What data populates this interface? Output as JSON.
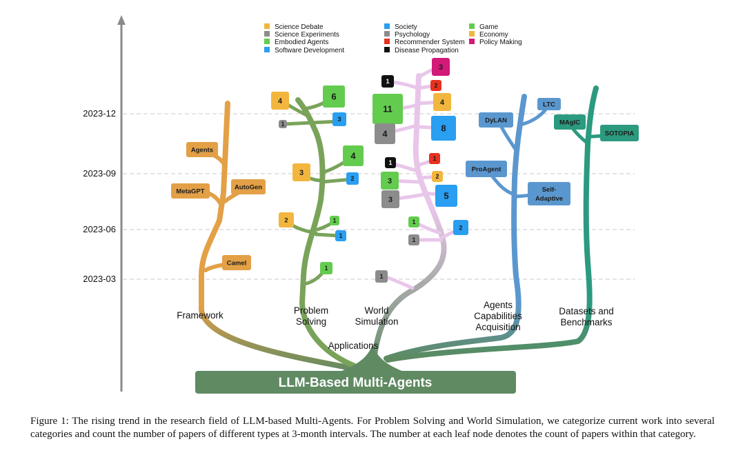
{
  "colors": {
    "framework": "#e3a046",
    "problem_solving": "#7aa35a",
    "world_simulation": "#e8c6e9",
    "capabilities": "#5b97cf",
    "datasets": "#2b9a7f",
    "trunk": "#5f8a62",
    "science_debate": "#f2b63f",
    "science_experiments": "#8c8c8c",
    "embodied_agents": "#63cc4f",
    "software_development": "#2a9ef0",
    "society": "#2a9ef0",
    "psychology": "#8c8c8c",
    "recommender_system": "#e8311f",
    "disease_propagation": "#111111",
    "game": "#63cc4f",
    "economy": "#f2b63f",
    "policy_making": "#d21a78"
  },
  "axis": {
    "ticks": [
      "2023-12",
      "2023-09",
      "2023-06",
      "2023-03"
    ]
  },
  "legend": [
    {
      "label": "Science Debate",
      "color_key": "science_debate"
    },
    {
      "label": "Science Experiments",
      "color_key": "science_experiments"
    },
    {
      "label": "Embodied Agents",
      "color_key": "embodied_agents"
    },
    {
      "label": "Software Development",
      "color_key": "software_development"
    },
    {
      "label": "Society",
      "color_key": "society"
    },
    {
      "label": "Psychology",
      "color_key": "psychology"
    },
    {
      "label": "Recommender System",
      "color_key": "recommender_system"
    },
    {
      "label": "Disease Propagation",
      "color_key": "disease_propagation"
    },
    {
      "label": "Game",
      "color_key": "game"
    },
    {
      "label": "Economy",
      "color_key": "economy"
    },
    {
      "label": "Policy Making",
      "color_key": "policy_making"
    }
  ],
  "root_label": "LLM-Based Multi-Agents",
  "applications_label": "Applications",
  "branches": {
    "framework": "Framework",
    "problem_solving": "Problem\nSolving",
    "world_simulation": "World\nSimulation",
    "capabilities": "Agents\nCapabilities\nAcquisition",
    "datasets": "Datasets and\nBenchmarks"
  },
  "framework_nodes": [
    "Agents",
    "MetaGPT",
    "AutoGen",
    "Camel"
  ],
  "capability_nodes": [
    "DyLAN",
    "LTC",
    "ProAgent",
    "Self-\nAdaptive"
  ],
  "dataset_nodes": [
    "MAgIC",
    "SOTOPIA"
  ],
  "problem_solving_counts": [
    {
      "period": "2023-12",
      "category": "science_debate",
      "count": "4"
    },
    {
      "period": "2023-12",
      "category": "embodied_agents",
      "count": "6"
    },
    {
      "period": "2023-12",
      "category": "science_experiments",
      "count": "1"
    },
    {
      "period": "2023-12",
      "category": "software_development",
      "count": "3"
    },
    {
      "period": "2023-09",
      "category": "embodied_agents",
      "count": "4"
    },
    {
      "period": "2023-09",
      "category": "science_debate",
      "count": "3"
    },
    {
      "period": "2023-09",
      "category": "software_development",
      "count": "2"
    },
    {
      "period": "2023-06",
      "category": "science_debate",
      "count": "2"
    },
    {
      "period": "2023-06",
      "category": "embodied_agents",
      "count": "1"
    },
    {
      "period": "2023-06",
      "category": "software_development",
      "count": "1"
    },
    {
      "period": "2023-03",
      "category": "embodied_agents",
      "count": "1"
    }
  ],
  "world_simulation_counts": [
    {
      "period": "2023-12",
      "category": "policy_making",
      "count": "3"
    },
    {
      "period": "2023-12",
      "category": "disease_propagation",
      "count": "1"
    },
    {
      "period": "2023-12",
      "category": "recommender_system",
      "count": "2"
    },
    {
      "period": "2023-12",
      "category": "economy",
      "count": "4"
    },
    {
      "period": "2023-12",
      "category": "game",
      "count": "11"
    },
    {
      "period": "2023-12",
      "category": "society",
      "count": "8"
    },
    {
      "period": "2023-12",
      "category": "psychology",
      "count": "4"
    },
    {
      "period": "2023-09",
      "category": "disease_propagation",
      "count": "1"
    },
    {
      "period": "2023-09",
      "category": "recommender_system",
      "count": "1"
    },
    {
      "period": "2023-09",
      "category": "economy",
      "count": "2"
    },
    {
      "period": "2023-09",
      "category": "game",
      "count": "3"
    },
    {
      "period": "2023-09",
      "category": "society",
      "count": "5"
    },
    {
      "period": "2023-09",
      "category": "psychology",
      "count": "3"
    },
    {
      "period": "2023-06",
      "category": "game",
      "count": "1"
    },
    {
      "period": "2023-06",
      "category": "society",
      "count": "2"
    },
    {
      "period": "2023-06",
      "category": "psychology",
      "count": "1"
    },
    {
      "period": "2023-03",
      "category": "psychology",
      "count": "1"
    }
  ],
  "caption": "Figure 1: The rising trend in the research field of LLM-based Multi-Agents. For Problem Solving and World Simulation, we categorize current work into several categories and count the number of papers of different types at 3-month intervals. The number at each leaf node denotes the count of papers within that category."
}
